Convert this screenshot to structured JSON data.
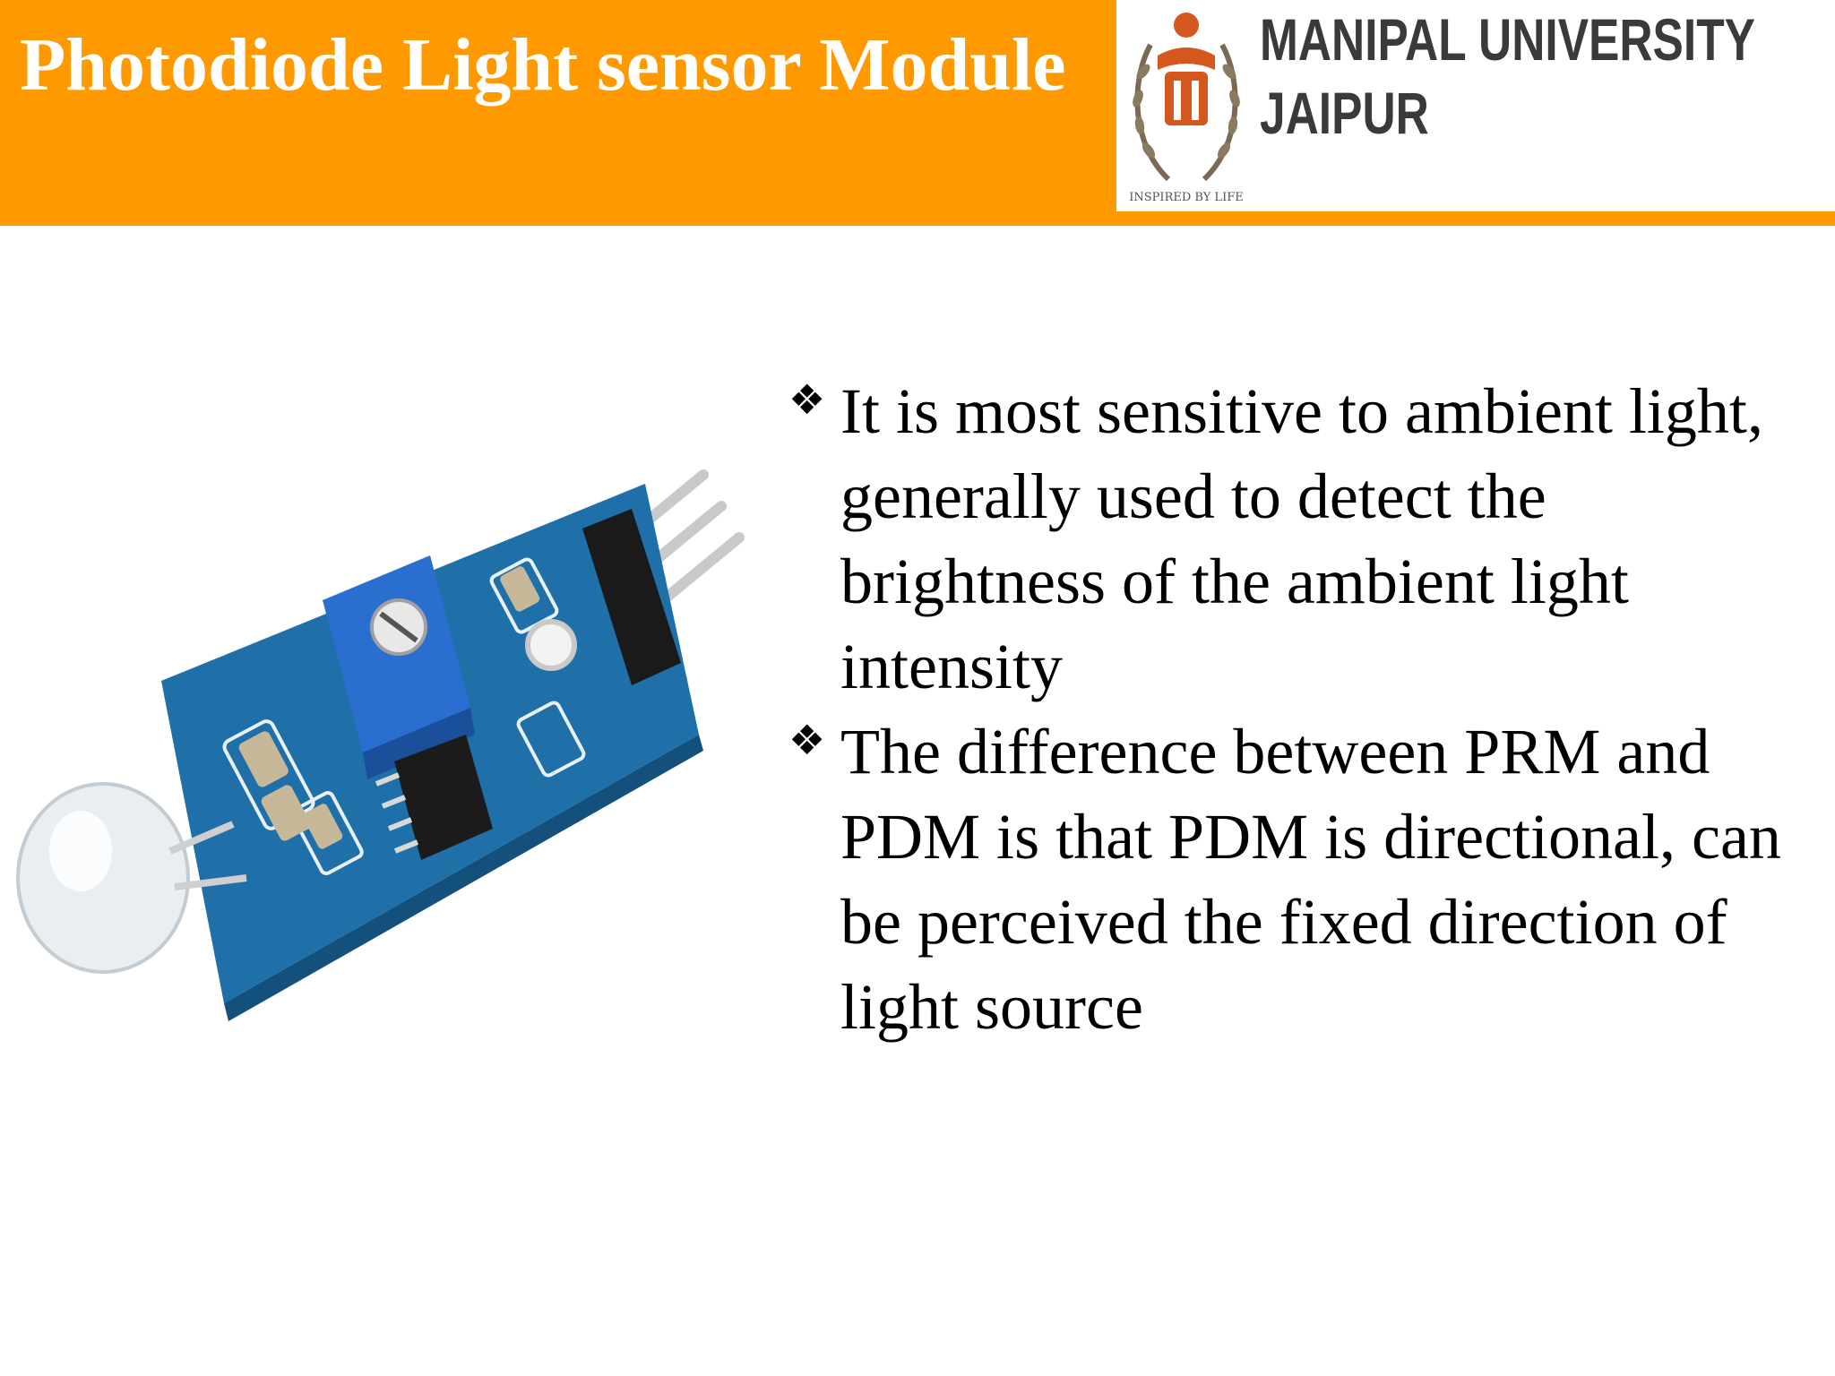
{
  "slide": {
    "title": "Photodiode Light sensor Module",
    "bullets": [
      "It is most sensitive to ambient light, generally used to detect the brightness of the ambient light intensity",
      "The difference between PRM and PDM is that PDM is directional, can be perceived the fixed direction of light source"
    ],
    "bullet_symbol": "❖"
  },
  "logo": {
    "name": "MANIPAL UNIVERSITY",
    "city": "JAIPUR",
    "tagline": "INSPIRED BY LIFE"
  },
  "colors": {
    "header": "#ff9900",
    "pcb": "#1f6fa8",
    "potentiometer": "#2a6fd0"
  },
  "image": {
    "icon": "photodiode-sensor-module-photo"
  }
}
